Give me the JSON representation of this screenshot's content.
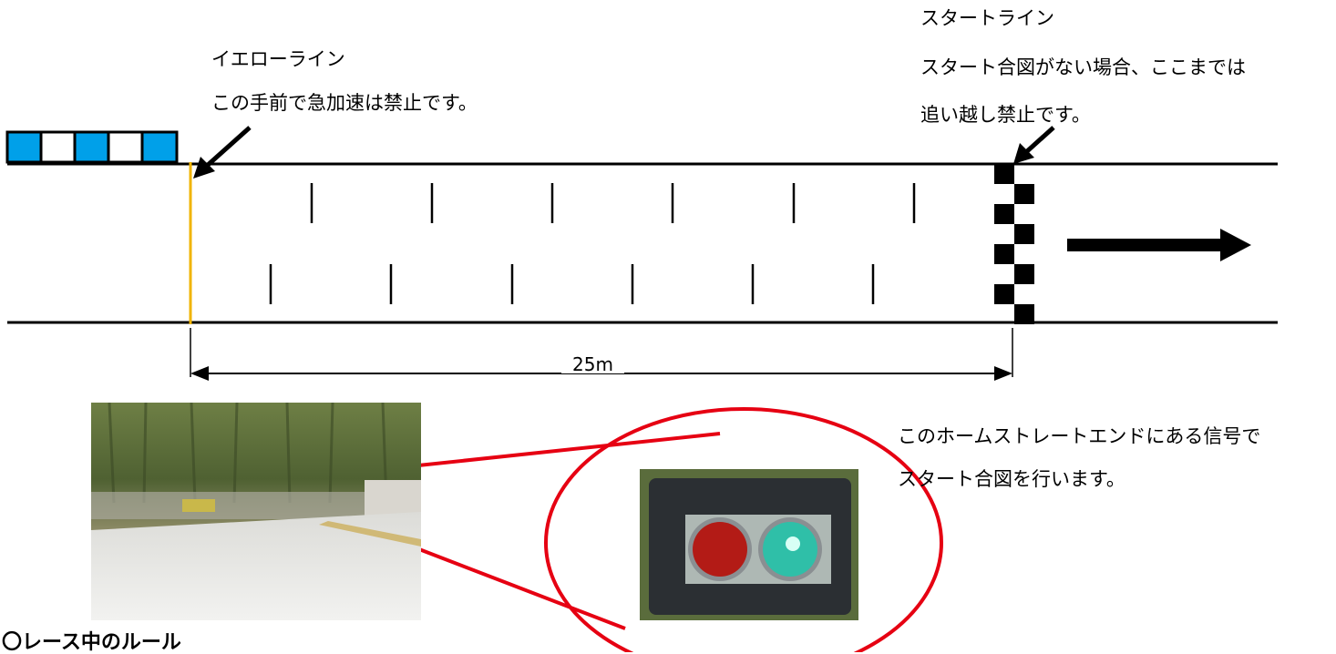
{
  "yellow_line": {
    "title": "イエローライン",
    "note": "この手前で急加速は禁止です。"
  },
  "start_line": {
    "title": "スタートライン",
    "note_line1": "スタート合図がない場合、ここまでは",
    "note_line2": "追い越し禁止です。"
  },
  "distance_label": "25m",
  "signal_note": {
    "line1": "このホームストレートエンドにある信号で",
    "line2": "スタート合図を行います。"
  },
  "section_heading": "〇レース中のルール",
  "colors": {
    "yellow_line": "#f0b400",
    "flag_blue": "#00a0e9",
    "callout": "#e60012",
    "signal_red": "#b31b16",
    "signal_green": "#2fbfa8"
  }
}
